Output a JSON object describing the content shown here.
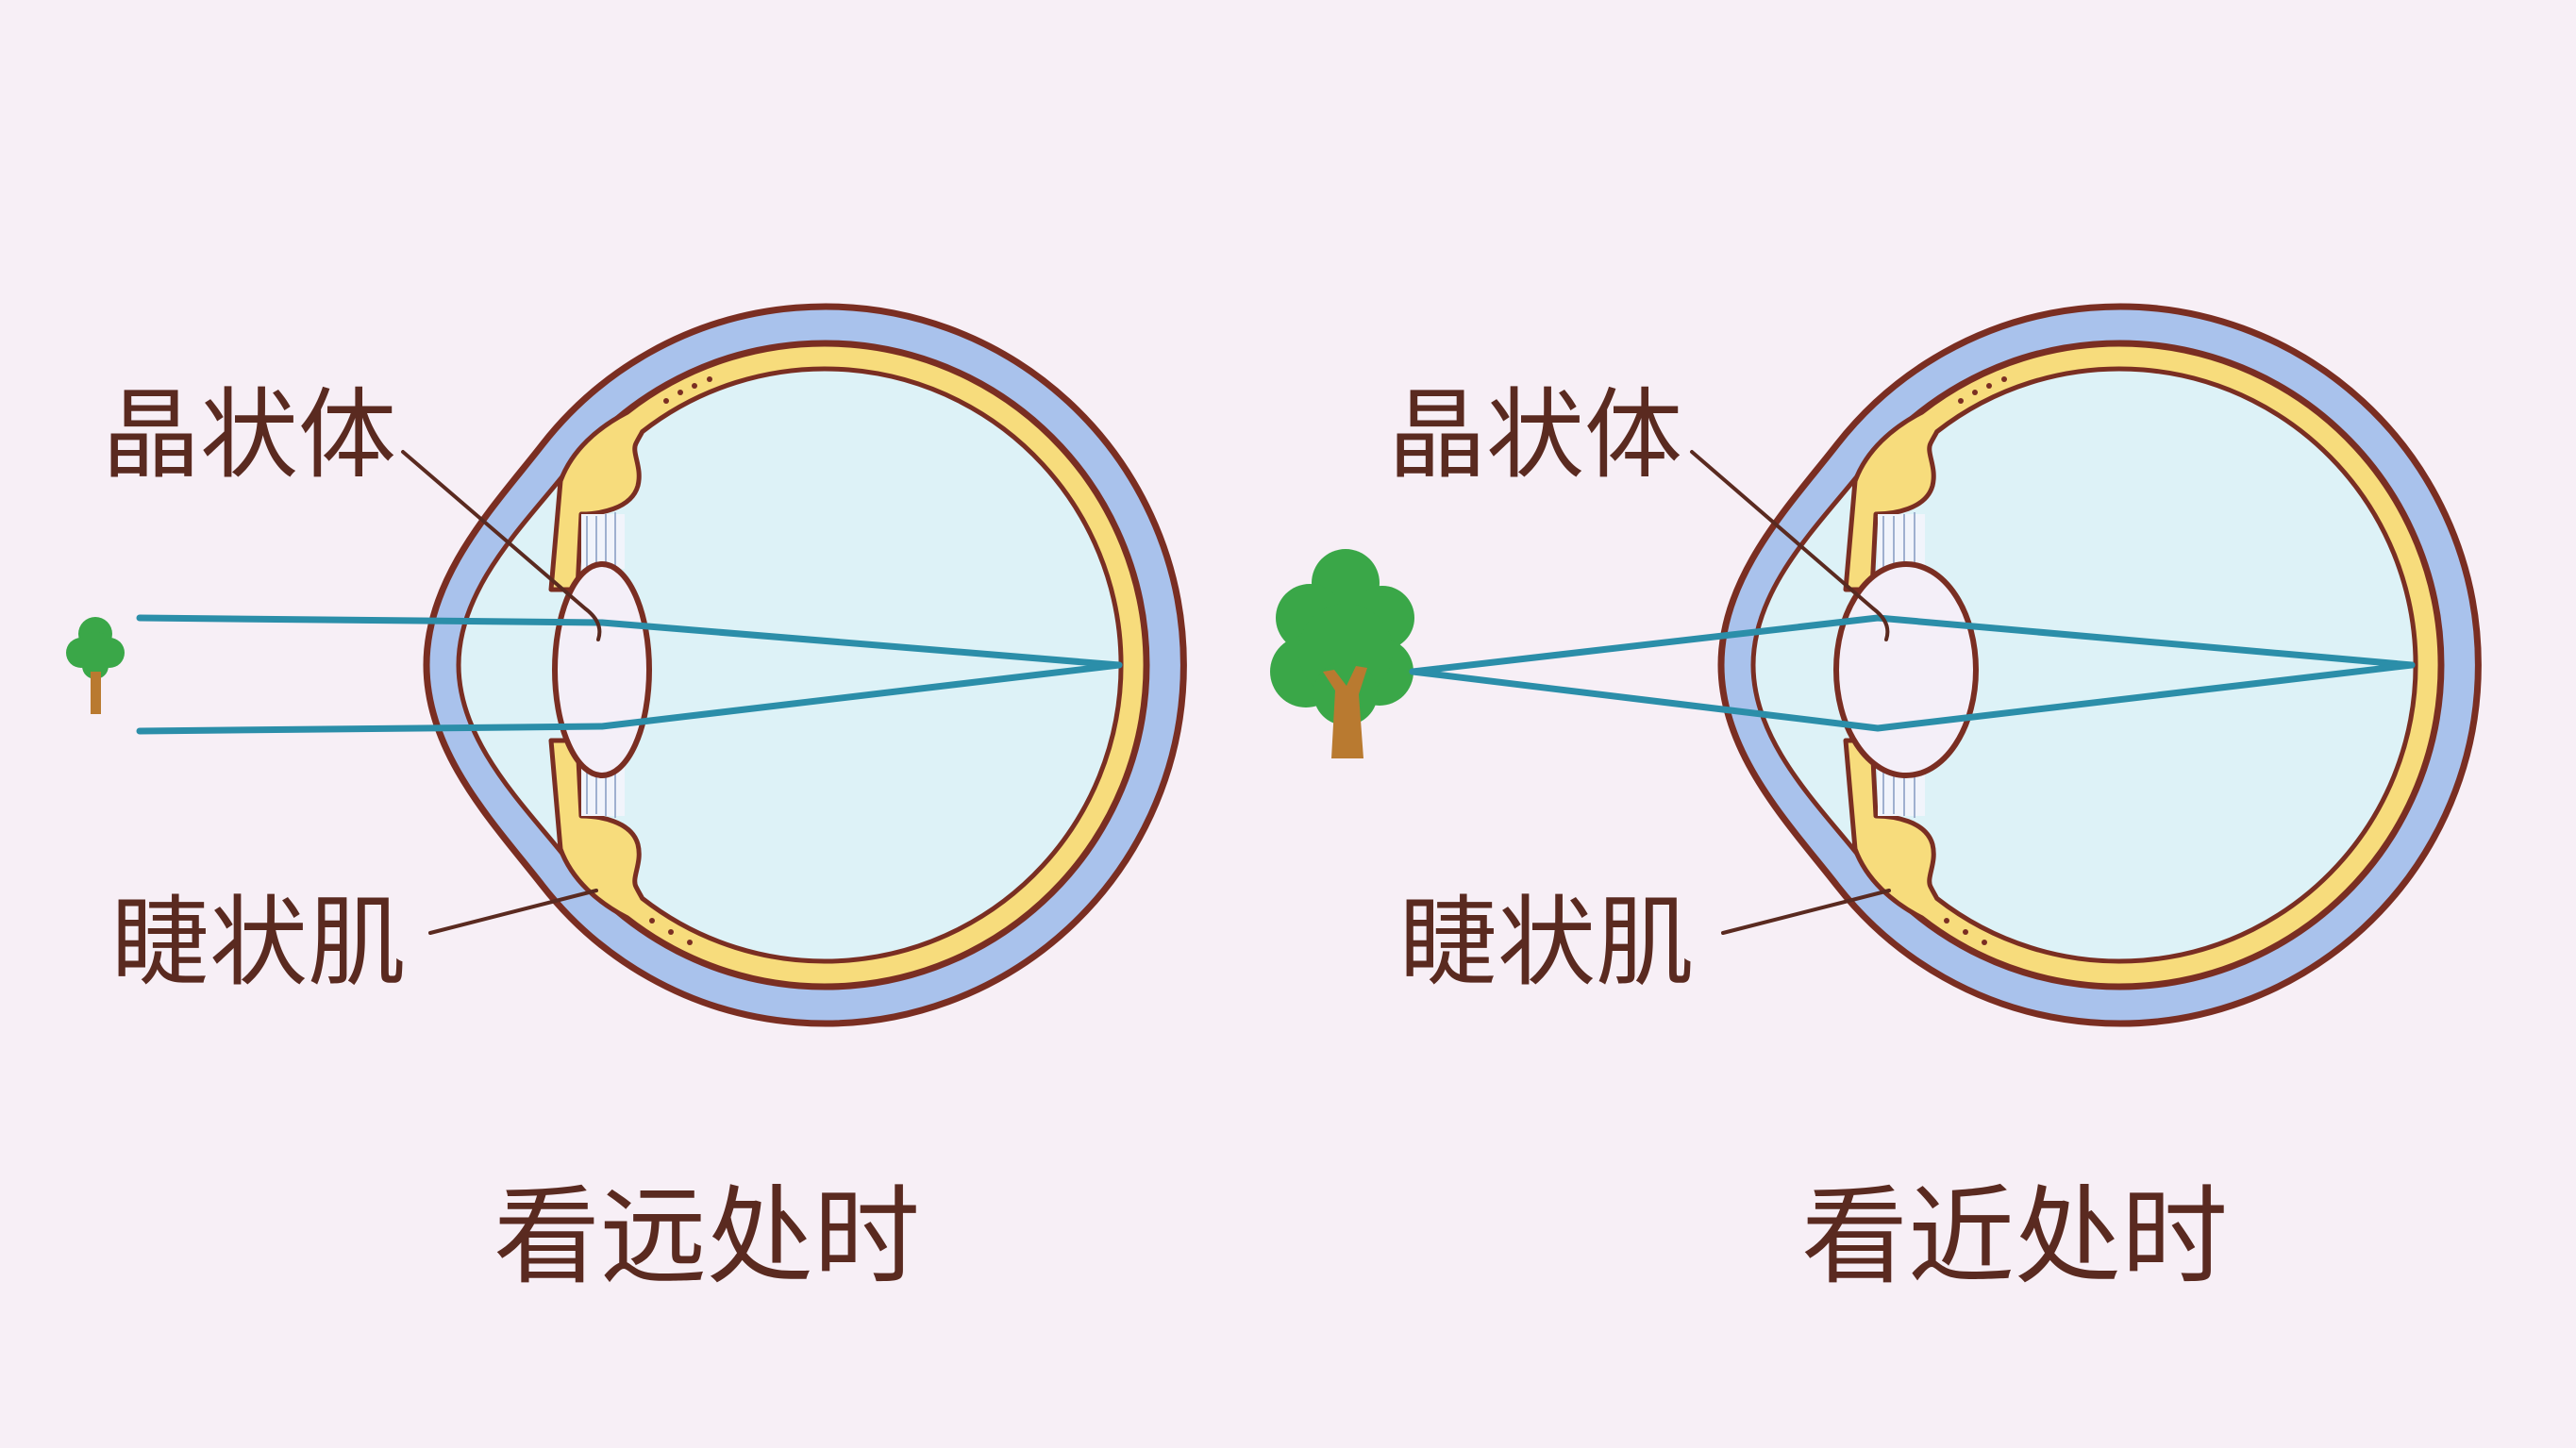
{
  "diagram": {
    "far_view": {
      "lens_label": "晶状体",
      "ciliary_muscle_label": "睫状肌",
      "caption": "看远处时",
      "object_icon": "tree-icon"
    },
    "near_view": {
      "lens_label": "晶状体",
      "ciliary_muscle_label": "睫状肌",
      "caption": "看近处时",
      "object_icon": "tree-icon"
    }
  },
  "colors": {
    "background": "#f7eff6",
    "text": "#5a2a20",
    "outline": "#7a2e22",
    "sclera": "#a9c2ec",
    "vitreous": "#ddf2f7",
    "choroid": "#f7dc7c",
    "lens": "#f4eff8",
    "light_ray": "#2b8ea9",
    "tree_crown": "#3aa748",
    "tree_trunk": "#b97a30"
  }
}
